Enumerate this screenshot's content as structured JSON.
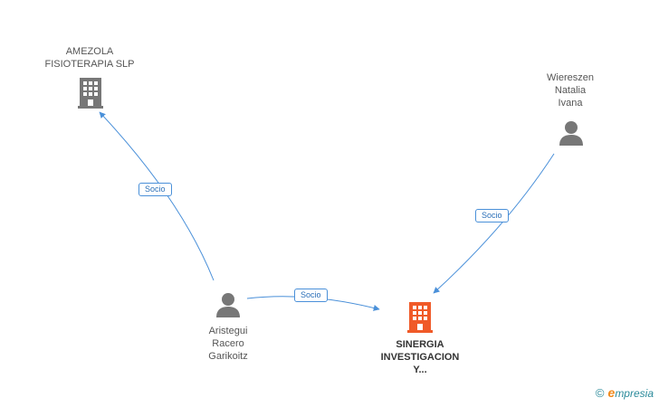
{
  "nodes": {
    "amezola": {
      "lines": [
        "AMEZOLA",
        "FISIOTERAPIA SLP"
      ],
      "icon": "building-icon",
      "color": "#777777"
    },
    "wiereszen": {
      "lines": [
        "Wiereszen",
        "Natalia",
        "Ivana"
      ],
      "icon": "person-icon",
      "color": "#777777"
    },
    "aristegui": {
      "lines": [
        "Aristegui",
        "Racero",
        "Garikoitz"
      ],
      "icon": "person-icon",
      "color": "#777777"
    },
    "sinergia": {
      "lines": [
        "SINERGIA",
        "INVESTIGACION",
        "Y..."
      ],
      "icon": "building-icon",
      "color": "#f05a28"
    }
  },
  "edges": [
    {
      "from": "aristegui",
      "to": "amezola",
      "label": "Socio"
    },
    {
      "from": "aristegui",
      "to": "sinergia",
      "label": "Socio"
    },
    {
      "from": "wiereszen",
      "to": "sinergia",
      "label": "Socio"
    }
  ],
  "edge_color": "#4a90d9",
  "watermark": {
    "copyright": "©",
    "brand_initial": "e",
    "brand_rest": "mpresia"
  }
}
